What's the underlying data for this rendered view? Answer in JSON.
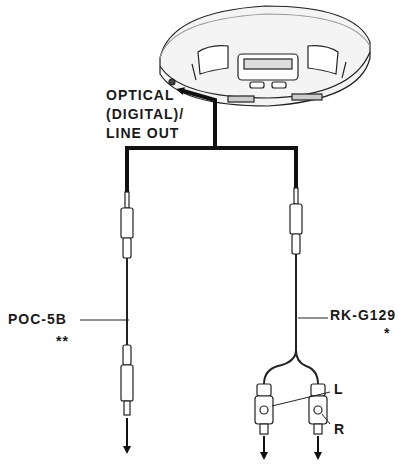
{
  "diagram": {
    "labels": [
      "OPTICAL (DIGITAL)/ LINE OUT",
      "RK-G129",
      "*",
      "POC-5B",
      "**",
      "L",
      "R"
    ]
  }
}
